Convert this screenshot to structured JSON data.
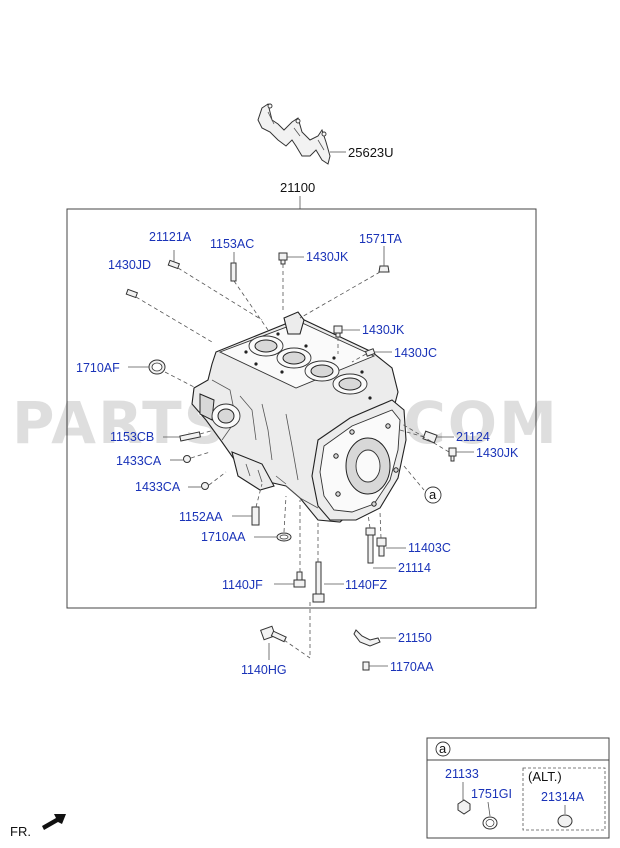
{
  "watermark": "PARTSOUQ.COM",
  "header_parts": {
    "gasket": "25623U",
    "assembly": "21100"
  },
  "callouts": {
    "p21121A": "21121A",
    "p1153AC": "1153AC",
    "p1571TA": "1571TA",
    "p1430JD": "1430JD",
    "p1430JK_a": "1430JK",
    "p1430JK_b": "1430JK",
    "p1430JC": "1430JC",
    "p1710AF": "1710AF",
    "p21124": "21124",
    "p1153CB": "1153CB",
    "p1430JK_c": "1430JK",
    "p1433CA_a": "1433CA",
    "p1433CA_b": "1433CA",
    "p1152AA": "1152AA",
    "p1710AA": "1710AA",
    "p11403C": "11403C",
    "p21114": "21114",
    "p1140JF": "1140JF",
    "p1140FZ": "1140FZ",
    "p21150": "21150",
    "p1140HG": "1140HG",
    "p1170AA": "1170AA"
  },
  "detail_marker": "a",
  "inset": {
    "marker": "a",
    "p21133": "21133",
    "p1751GI": "1751GI",
    "alt_label": "(ALT.)",
    "p21314A": "21314A"
  },
  "footer": {
    "fr_label": "FR."
  },
  "colors": {
    "callout_text": "#1a33b8",
    "line_art": "#222222",
    "watermark": "#000000"
  }
}
